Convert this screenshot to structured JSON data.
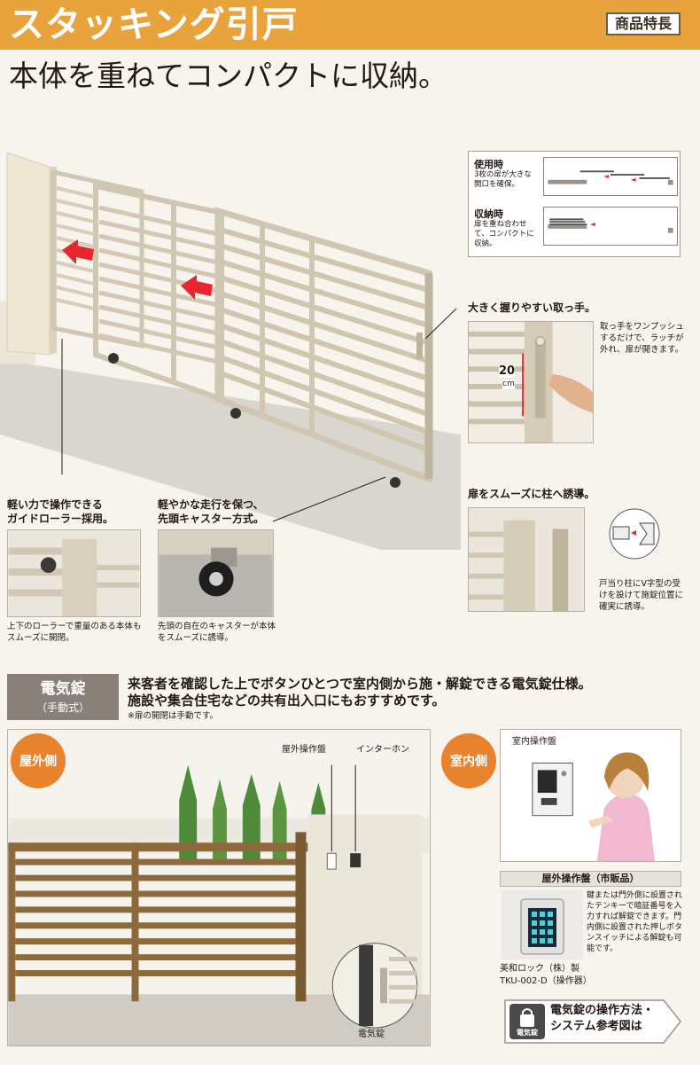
{
  "header": {
    "title": "スタッキング引戸",
    "badge": "商品特長"
  },
  "subtitle": "本体を重ねてコンパクトに収納。",
  "usage": {
    "in_use": {
      "title": "使用時",
      "desc": "3枚の扉が大きな開口を確保。"
    },
    "stored": {
      "title": "収納時",
      "desc": "扉を重ね合わせて、コンパクトに収納。"
    }
  },
  "handle": {
    "title": "大きく握りやすい取っ手。",
    "desc": "取っ手をワンプッシュするだけで、ラッチが外れ、扉が開きます。",
    "size_num": "20",
    "size_unit": "cm"
  },
  "roller": {
    "title_1": "軽い力で操作できる",
    "title_2": "ガイドローラー採用。",
    "desc": "上下のローラーで重量のある本体もスムーズに開閉。"
  },
  "caster": {
    "title_1": "軽やかな走行を保つ、",
    "title_2": "先頭キャスター方式。",
    "desc": "先頭の自在のキャスターが本体をスムーズに誘導。"
  },
  "guide": {
    "title": "扉をスムーズに柱へ誘導。",
    "desc": "戸当り柱にV字型の受けを設けて施錠位置に確実に誘導。"
  },
  "electric_lock": {
    "label": "電気錠",
    "sub": "（手動式）",
    "desc_1": "来客者を確認した上でボタンひとつで室内側から施・解錠できる電気錠仕様。",
    "desc_2": "施設や集合住宅などの共有出入口にもおすすめです。",
    "note": "※扉の開閉は手動です。"
  },
  "outdoor": {
    "tag": "屋外側",
    "panel_label": "屋外操作盤",
    "intercom_label": "インターホン",
    "lock_label": "電気錠"
  },
  "indoor": {
    "tag": "室内側",
    "panel_label": "室内操作盤"
  },
  "outdoor_panel": {
    "title": "屋外操作盤（市販品）",
    "desc": "鍵または門外側に設置されたテンキーで暗証番号を入力すれば解錠できます。門内側に設置された押しボタンスイッチによる解錠も可能です。",
    "maker": "美和ロック（株）製",
    "model": "TKU-002-D（操作器）"
  },
  "reference": {
    "text_1": "電気錠の操作方法・",
    "text_2": "システム参考図は",
    "icon_label": "電気錠"
  },
  "colors": {
    "header": "#e8a33d",
    "gate_beige": "#cfc7b2",
    "gate_brown": "#8c6a3c",
    "arrow_red": "#e8262d",
    "accent_orange": "#e8822d"
  }
}
